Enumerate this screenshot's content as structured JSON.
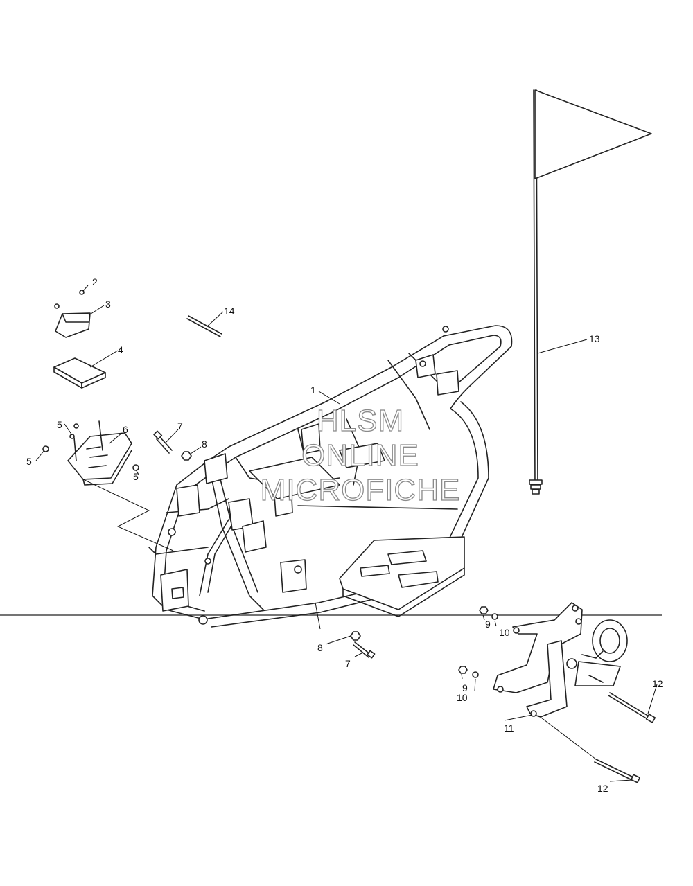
{
  "callouts": {
    "c1": "1",
    "c2": "2",
    "c3": "3",
    "c4": "4",
    "c5a": "5",
    "c5b": "5",
    "c5c": "5",
    "c6": "6",
    "c7a": "7",
    "c7b": "7",
    "c8a": "8",
    "c8b": "8",
    "c9a": "9",
    "c9b": "9",
    "c10a": "10",
    "c10b": "10",
    "c11": "11",
    "c12a": "12",
    "c12b": "12",
    "c13": "13",
    "c14": "14"
  },
  "watermark": {
    "line1": "HLSM",
    "line2": "ONLINE",
    "line3": "MICROFICHE"
  }
}
